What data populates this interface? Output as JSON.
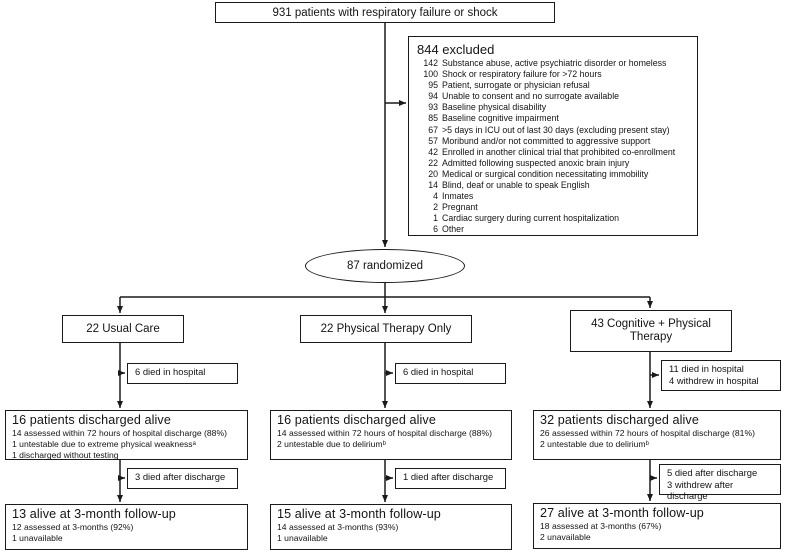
{
  "top_box": {
    "label": "931 patients with respiratory failure or shock"
  },
  "excluded": {
    "title": "844 excluded",
    "reasons": [
      {
        "n": "142",
        "label": "Substance abuse, active psychiatric disorder or homeless"
      },
      {
        "n": "100",
        "label": "Shock or respiratory failure for >72 hours"
      },
      {
        "n": "95",
        "label": "Patient, surrogate or physician refusal"
      },
      {
        "n": "94",
        "label": "Unable to consent and no surrogate available"
      },
      {
        "n": "93",
        "label": "Baseline physical disability"
      },
      {
        "n": "85",
        "label": "Baseline cognitive impairment"
      },
      {
        "n": "67",
        "label": ">5 days in ICU out of last 30 days (excluding present stay)"
      },
      {
        "n": "57",
        "label": "Moribund and/or not committed to aggressive support"
      },
      {
        "n": "42",
        "label": "Enrolled in another clinical trial that prohibited co-enrollment"
      },
      {
        "n": "22",
        "label": "Admitted following suspected anoxic brain injury"
      },
      {
        "n": "20",
        "label": "Medical or surgical condition necessitating immobility"
      },
      {
        "n": "14",
        "label": "Blind, deaf or unable to speak English"
      },
      {
        "n": "4",
        "label": "Inmates"
      },
      {
        "n": "2",
        "label": "Pregnant"
      },
      {
        "n": "1",
        "label": "Cardiac surgery during current hospitalization"
      },
      {
        "n": "6",
        "label": "Other"
      }
    ]
  },
  "randomized": {
    "label": "87 randomized"
  },
  "arms": [
    {
      "label": "22 Usual Care",
      "hospital_loss": {
        "line1": "6 died in hospital"
      },
      "discharged": {
        "title": "16 patients discharged alive",
        "line1": "14 assessed within 72 hours of hospital discharge (88%)",
        "line2": "1 untestable due to extreme physical weaknessᵃ",
        "line3": "1 discharged without testing"
      },
      "post_loss": {
        "line1": "3 died after discharge"
      },
      "followup": {
        "title": "13 alive at 3-month follow-up",
        "line1": "12 assessed at 3-months (92%)",
        "line2": "1 unavailable"
      }
    },
    {
      "label": "22 Physical Therapy Only",
      "hospital_loss": {
        "line1": "6 died in hospital"
      },
      "discharged": {
        "title": "16 patients discharged alive",
        "line1": "14 assessed within 72 hours of hospital discharge (88%)",
        "line2": "2 untestable due to deliriumᵇ"
      },
      "post_loss": {
        "line1": "1 died after discharge"
      },
      "followup": {
        "title": "15 alive at 3-month follow-up",
        "line1": "14 assessed at 3-months (93%)",
        "line2": "1 unavailable"
      }
    },
    {
      "label": "43 Cognitive + Physical Therapy",
      "hospital_loss": {
        "line1": "11 died in hospital",
        "line2": "4 withdrew in hospital"
      },
      "discharged": {
        "title": "32 patients discharged alive",
        "line1": "26 assessed within 72 hours of hospital discharge (81%)",
        "line2": "2 untestable due to deliriumᵇ"
      },
      "post_loss": {
        "line1": "5 died after discharge",
        "line2": "3 withdrew after discharge"
      },
      "followup": {
        "title": "27 alive at 3-month follow-up",
        "line1": "18 assessed at 3-months (67%)",
        "line2": "2 unavailable"
      }
    }
  ]
}
